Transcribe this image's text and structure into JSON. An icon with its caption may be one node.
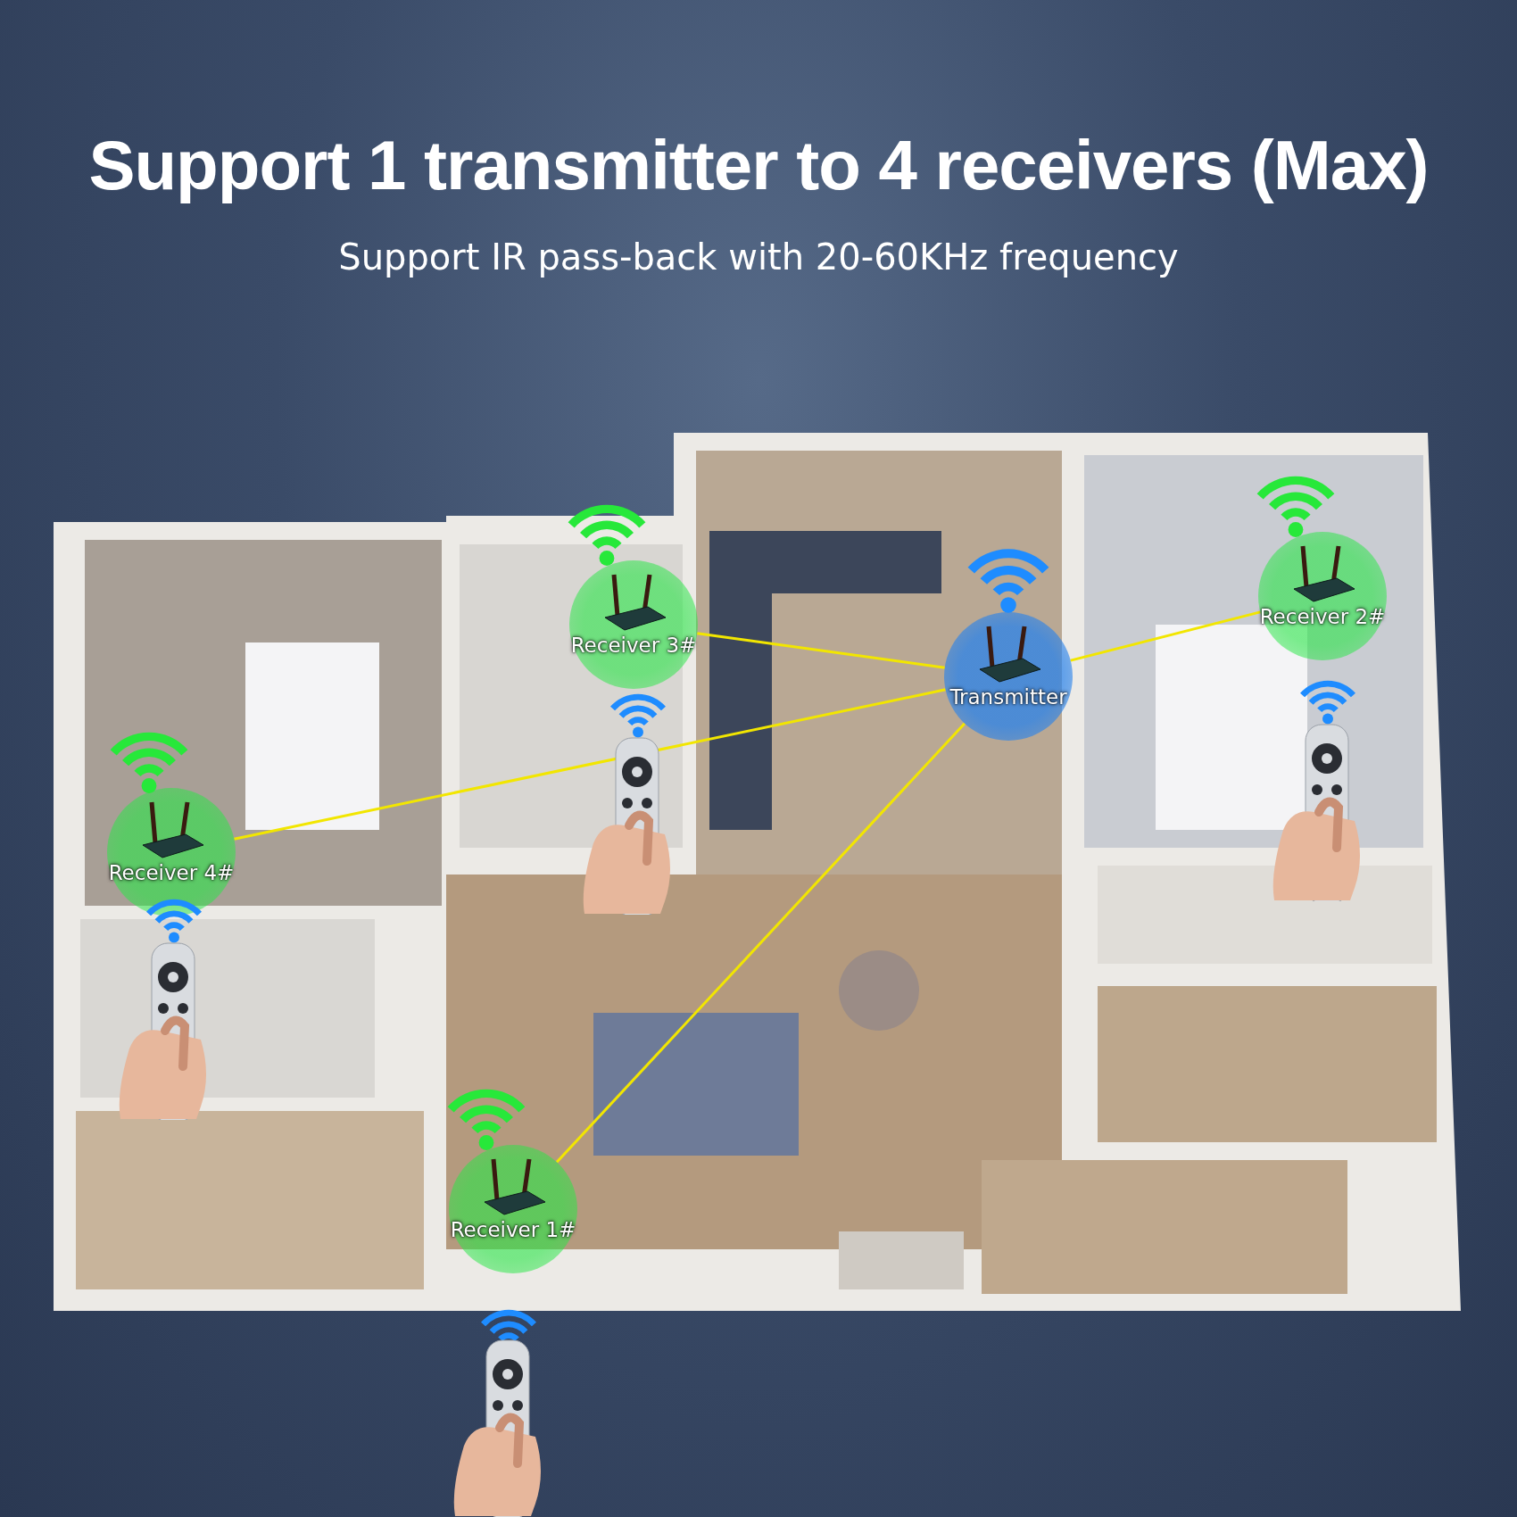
{
  "diagram": {
    "title": "Support 1 transmitter to 4 receivers (Max)",
    "caption": "Support IR pass-back with 20-60KHz frequency",
    "nodes": [
      {
        "text": [
          "Transmitter"
        ]
      },
      {
        "text": [
          "Receiver 3#"
        ]
      },
      {
        "text": [
          "Receiver 2#"
        ]
      },
      {
        "text": [
          "Receiver 4#"
        ]
      },
      {
        "text": [
          "Receiver 1#"
        ]
      }
    ],
    "edges": [
      {
        "from": 0,
        "to": 1,
        "arrow": "none"
      },
      {
        "from": 0,
        "to": 2,
        "arrow": "none"
      },
      {
        "from": 0,
        "to": 3,
        "arrow": "none"
      },
      {
        "from": 0,
        "to": 4,
        "arrow": "none"
      }
    ]
  }
}
